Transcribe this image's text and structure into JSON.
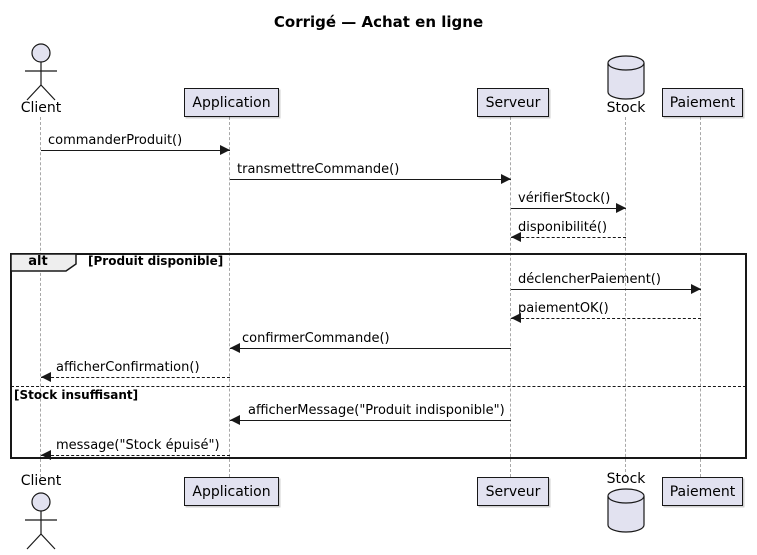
{
  "title": "Corrigé — Achat en ligne",
  "alt_frame": {
    "operator": "alt",
    "guard_available": "[Produit disponible]",
    "guard_insufficient": "[Stock insuffisant]"
  },
  "participants": {
    "client": {
      "label": "Client",
      "type": "actor"
    },
    "application": {
      "label": "Application",
      "type": "participant"
    },
    "serveur": {
      "label": "Serveur",
      "type": "participant"
    },
    "stock": {
      "label": "Stock",
      "type": "database"
    },
    "paiement": {
      "label": "Paiement",
      "type": "participant"
    }
  },
  "messages": [
    {
      "label": "commanderProduit()",
      "from": "client",
      "to": "application",
      "line": "solid"
    },
    {
      "label": "transmettreCommande()",
      "from": "application",
      "to": "serveur",
      "line": "solid"
    },
    {
      "label": "vérifierStock()",
      "from": "serveur",
      "to": "stock",
      "line": "solid"
    },
    {
      "label": "disponibilité()",
      "from": "stock",
      "to": "serveur",
      "line": "dashed"
    },
    {
      "label": "déclencherPaiement()",
      "from": "serveur",
      "to": "paiement",
      "line": "solid"
    },
    {
      "label": "paiementOK()",
      "from": "paiement",
      "to": "serveur",
      "line": "dashed"
    },
    {
      "label": "confirmerCommande()",
      "from": "serveur",
      "to": "application",
      "line": "solid"
    },
    {
      "label": "afficherConfirmation()",
      "from": "application",
      "to": "client",
      "line": "dashed"
    },
    {
      "label": "afficherMessage(\"Produit indisponible\")",
      "from": "serveur",
      "to": "application",
      "line": "solid"
    },
    {
      "label": "message(\"Stock épuisé\")",
      "from": "application",
      "to": "client",
      "line": "dashed"
    }
  ],
  "colors": {
    "participant_fill": "#E2E2F0",
    "participant_border": "#181818",
    "lifeline": "#A8A8A8",
    "frame_border": "#181818",
    "operator_fill": "#EEEEEE",
    "text": "#000000",
    "background": "#FFFFFF"
  }
}
